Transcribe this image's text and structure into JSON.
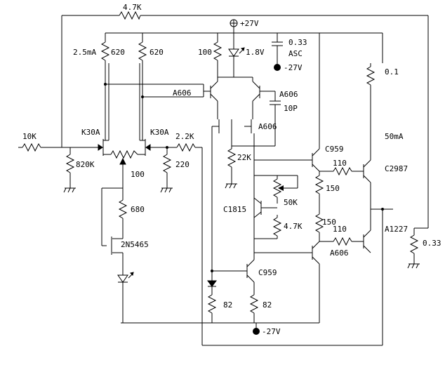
{
  "labels": {
    "r_feedback": "4.7K",
    "supply_pos": "+27V",
    "supply_neg_bottom": "-27V",
    "supply_neg_bypass": "-27V",
    "r_in": "10K",
    "r_in_bias": "820K",
    "q_jfet_left": "K30A",
    "q_jfet_right": "K30A",
    "r_drain_left": "620",
    "r_drain_right": "620",
    "i_front": "2.5mA",
    "r_fb_in": "2.2K",
    "r_fb_shunt": "220",
    "r_trim": "100",
    "r_source": "680",
    "q_ccs": "2N5465",
    "r_led": "100",
    "v_led": "1.8V",
    "c_bypass": "0.33",
    "c_bypass_note": "ASC",
    "q_a606_left": "A606",
    "q_a606_right": "A606",
    "q_a606_vas": "A606",
    "c_comp": "10P",
    "r_vas": "22K",
    "q_c959_top": "C959",
    "q_c959_bottom": "C959",
    "q_c1815": "C1815",
    "r_bias_pot": "50K",
    "r_bias": "4.7K",
    "r_base_top": "110",
    "r_base_bottom": "110",
    "r_bias_150_top": "150",
    "r_bias_150_bottom": "150",
    "q_out_top": "C2987",
    "q_out_bottom": "A1227",
    "r_emitter": "0.1",
    "i_idle": "50mA",
    "r_zobel": "0.33",
    "r_82_left": "82",
    "r_82_right": "82"
  }
}
